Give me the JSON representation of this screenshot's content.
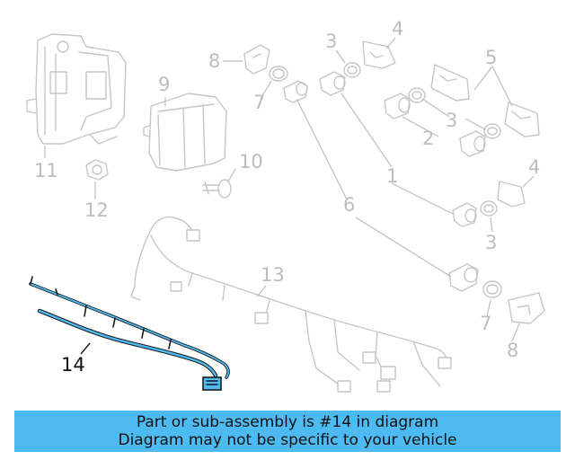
{
  "diagram": {
    "callouts": [
      {
        "id": "c-11",
        "label": "11",
        "highlighted": false
      },
      {
        "id": "c-12",
        "label": "12",
        "highlighted": false
      },
      {
        "id": "c-9",
        "label": "9",
        "highlighted": false
      },
      {
        "id": "c-8a",
        "label": "8",
        "highlighted": false
      },
      {
        "id": "c-7a",
        "label": "7",
        "highlighted": false
      },
      {
        "id": "c-10",
        "label": "10",
        "highlighted": false
      },
      {
        "id": "c-3a",
        "label": "3",
        "highlighted": false
      },
      {
        "id": "c-4a",
        "label": "4",
        "highlighted": false
      },
      {
        "id": "c-5",
        "label": "5",
        "highlighted": false
      },
      {
        "id": "c-3b",
        "label": "3",
        "highlighted": false
      },
      {
        "id": "c-2",
        "label": "2",
        "highlighted": false
      },
      {
        "id": "c-1",
        "label": "1",
        "highlighted": false
      },
      {
        "id": "c-4b",
        "label": "4",
        "highlighted": false
      },
      {
        "id": "c-6",
        "label": "6",
        "highlighted": false
      },
      {
        "id": "c-3c",
        "label": "3",
        "highlighted": false
      },
      {
        "id": "c-13",
        "label": "13",
        "highlighted": false
      },
      {
        "id": "c-7b",
        "label": "7",
        "highlighted": false
      },
      {
        "id": "c-8b",
        "label": "8",
        "highlighted": false
      },
      {
        "id": "c-14",
        "label": "14",
        "highlighted": true
      }
    ],
    "colors": {
      "faded_part": "#c6c6c6",
      "highlighted_part": "#1a1a1a",
      "highlight_fill": "#4dbbf2"
    }
  },
  "banner": {
    "line1": "Part or sub-assembly is #14 in diagram",
    "line2": "Diagram may not be specific to your vehicle",
    "background": "#4dbbf2"
  }
}
